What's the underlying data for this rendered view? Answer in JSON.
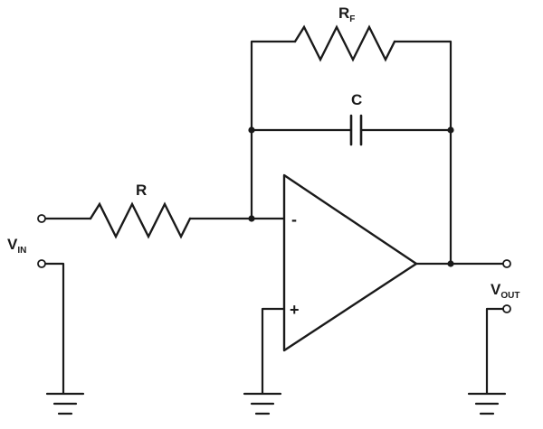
{
  "diagram": {
    "labels": {
      "feedback_resistor_main": "R",
      "feedback_resistor_sub": "F",
      "capacitor": "C",
      "input_resistor": "R",
      "input_voltage_main": "V",
      "input_voltage_sub": "IN",
      "output_voltage_main": "V",
      "output_voltage_sub": "OUT",
      "inverting_input": "-",
      "non_inverting_input": "+"
    }
  }
}
